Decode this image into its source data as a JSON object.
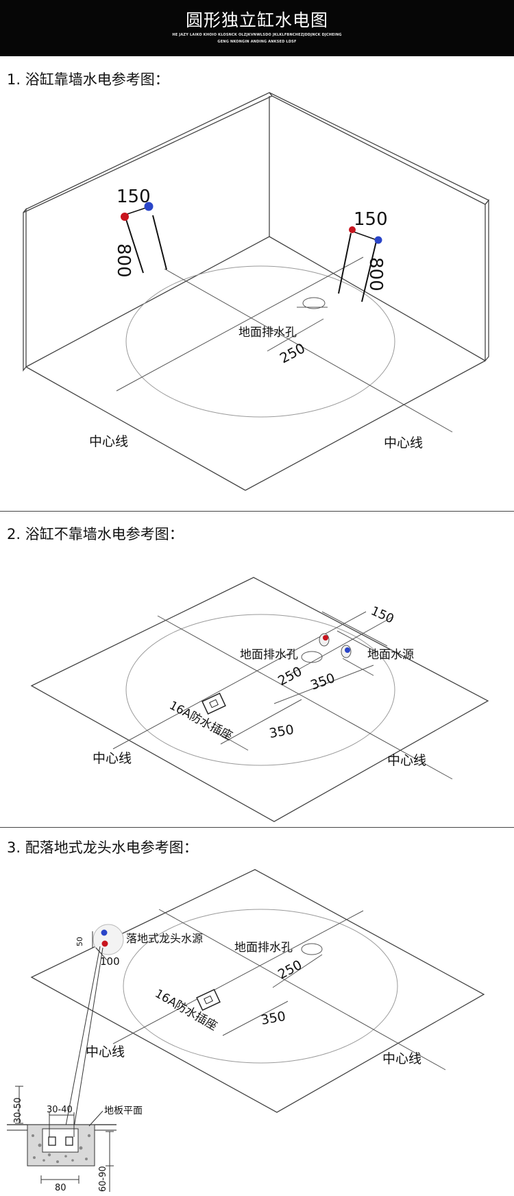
{
  "header": {
    "title": "圆形独立缸水电图",
    "subtitle_line1": "HE JAZY LAIKO KHOIO KLOSNCK OLZJKVNWLSDO JKLKLFBNCHEZJDDJNCK DJCHEING",
    "subtitle_line2": "GENG NKONGIN ANDING ANKSED LDSF"
  },
  "section1": {
    "title": "1. 浴缸靠墙水电参考图：",
    "left_spacing": "150",
    "left_height": "800",
    "right_spacing": "150",
    "right_height": "800",
    "drain_label": "地面排水孔",
    "drain_dim": "250",
    "centerline_left": "中心线",
    "centerline_right": "中心线"
  },
  "section2": {
    "title": "2. 浴缸不靠墙水电参考图：",
    "dim_150": "150",
    "drain_label": "地面排水孔",
    "water_label": "地面水源",
    "dim_250": "250",
    "dim_350_a": "350",
    "socket_label": "16A防水插座",
    "dim_350_b": "350",
    "centerline_left": "中心线",
    "centerline_right": "中心线"
  },
  "section3": {
    "title": "3. 配落地式龙头水电参考图：",
    "dim_50": "50",
    "faucet_label": "落地式龙头水源",
    "dim_100": "100",
    "drain_label": "地面排水孔",
    "dim_250": "250",
    "socket_label": "16A防水插座",
    "dim_350": "350",
    "centerline_left": "中心线",
    "centerline_right": "中心线",
    "detail_30_50": "30-50",
    "detail_30_40": "30-40",
    "detail_floor": "地板平面",
    "detail_80": "80",
    "detail_60_90": "60-90"
  },
  "colors": {
    "hot": "#c8141e",
    "cold": "#2a45c8",
    "banner": "#060606"
  }
}
